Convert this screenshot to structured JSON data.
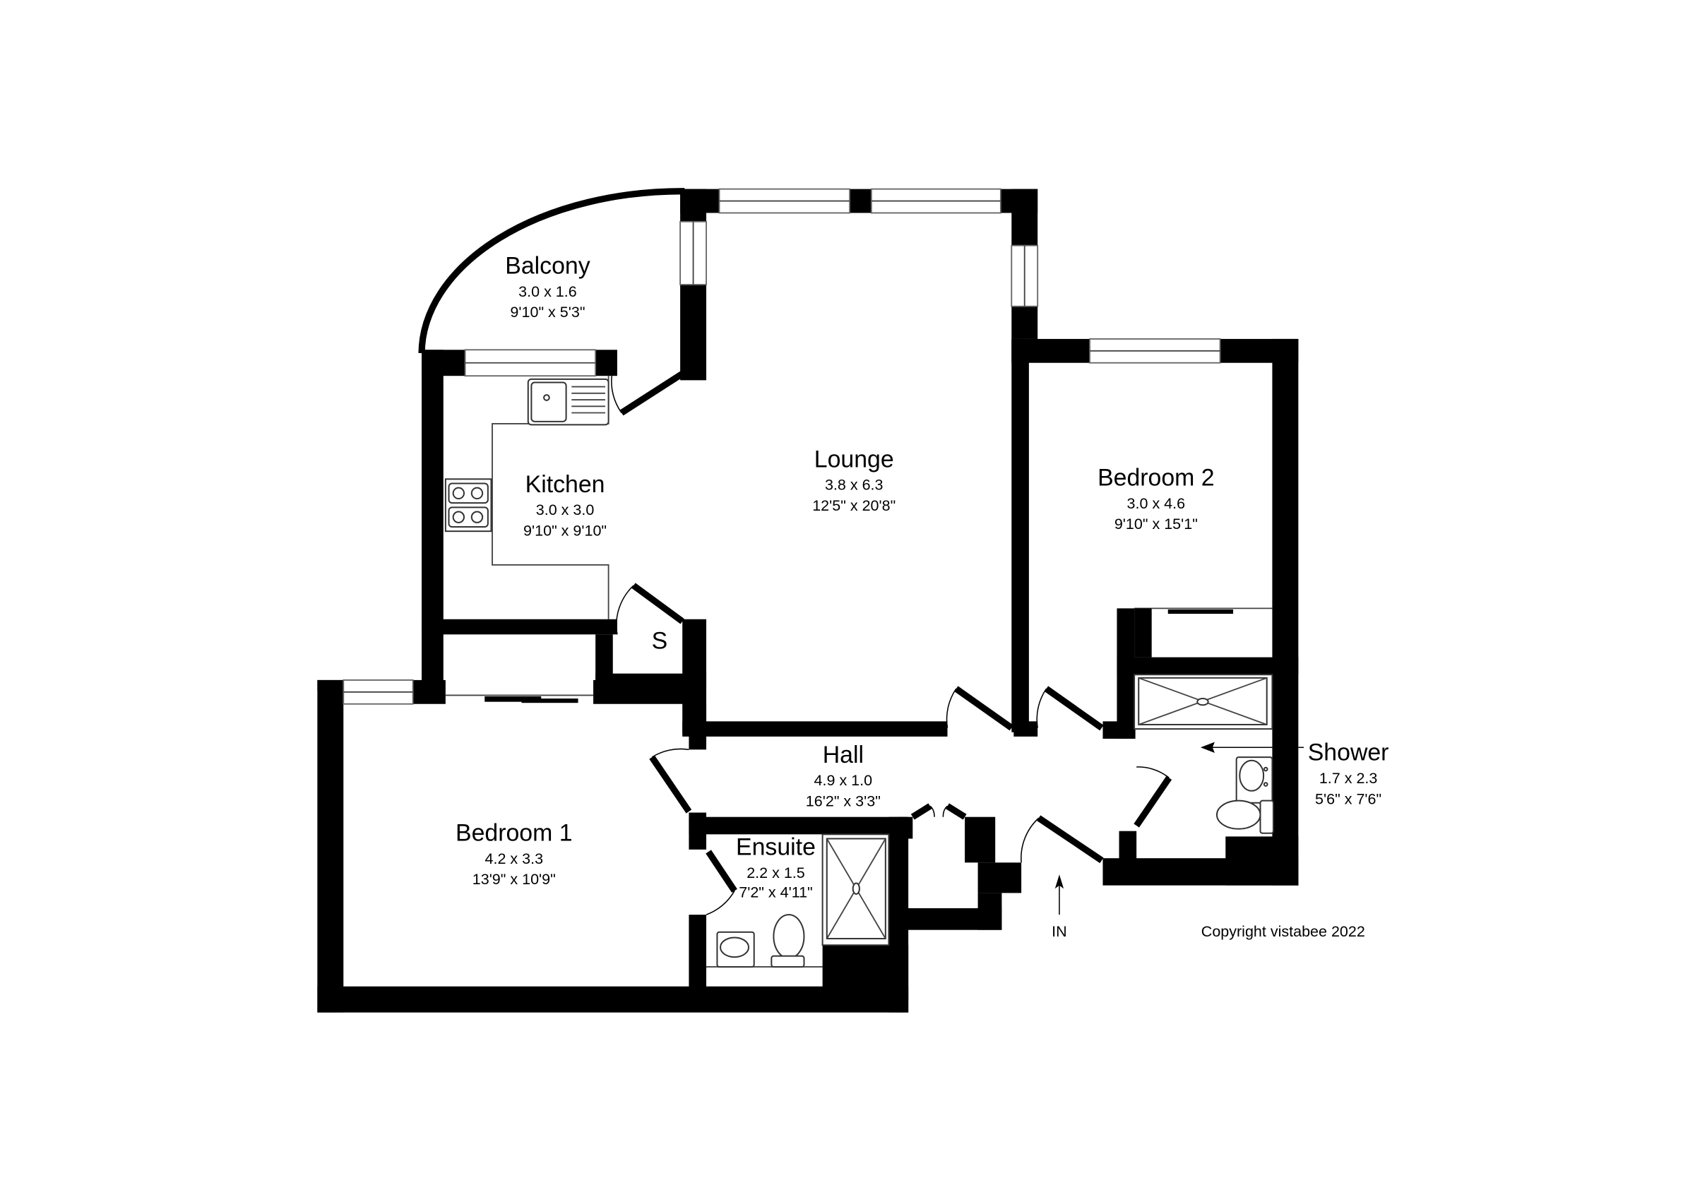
{
  "plan": {
    "rooms": [
      {
        "id": "balcony",
        "name": "Balcony",
        "metric": "3.0 x 1.6",
        "imperial": "9'10\" x 5'3\""
      },
      {
        "id": "lounge",
        "name": "Lounge",
        "metric": "3.8 x 6.3",
        "imperial": "12'5\" x 20'8\""
      },
      {
        "id": "kitchen",
        "name": "Kitchen",
        "metric": "3.0 x 3.0",
        "imperial": "9'10\" x 9'10\""
      },
      {
        "id": "bedroom2",
        "name": "Bedroom 2",
        "metric": "3.0 x 4.6",
        "imperial": "9'10\" x 15'1\""
      },
      {
        "id": "hall",
        "name": "Hall",
        "metric": "4.9 x 1.0",
        "imperial": "16'2\" x 3'3\""
      },
      {
        "id": "bedroom1",
        "name": "Bedroom 1",
        "metric": "4.2 x 3.3",
        "imperial": "13'9\" x 10'9\""
      },
      {
        "id": "ensuite",
        "name": "Ensuite",
        "metric": "2.2 x 1.5",
        "imperial": "7'2\" x 4'11\""
      },
      {
        "id": "shower",
        "name": "Shower",
        "metric": "1.7 x 2.3",
        "imperial": "5'6\" x 7'6\""
      }
    ],
    "store_label": "S",
    "entrance_label": "IN",
    "copyright": "Copyright vistabee 2022",
    "colors": {
      "wall": "#000000",
      "background": "#ffffff",
      "fixture_line": "#333333"
    }
  }
}
